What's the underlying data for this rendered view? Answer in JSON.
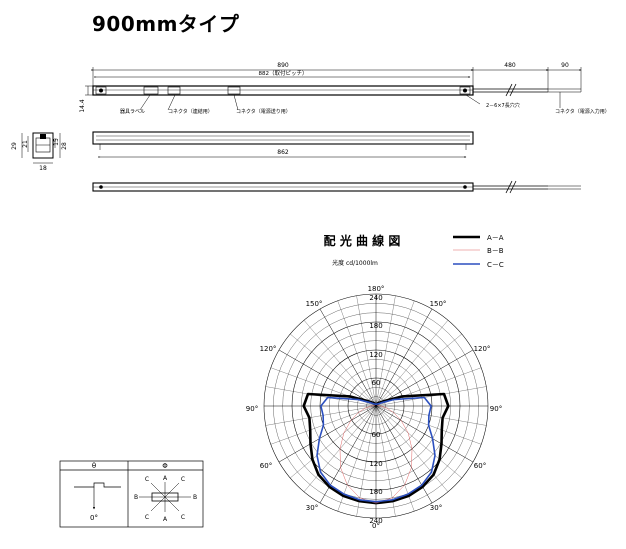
{
  "title": "900mmタイプ",
  "drawing": {
    "dims": {
      "overall": "890",
      "pitch": "882（取付ピッチ）",
      "cable_len": "480",
      "cable_end": "90",
      "height": "14.4",
      "inner": "862",
      "section_w": "29",
      "section_a": "21",
      "section_b": "15",
      "section_c": "28",
      "section_d": "18"
    },
    "labels": {
      "equip_label": "器具ラベル",
      "connector_link": "コネクタ（連結用）",
      "connector_power_out": "コネクタ（電源送り用）",
      "holes": "2－6×7長穴穴",
      "connector_power_in": "コネクタ（電源入力用）"
    }
  },
  "polar": {
    "title": "配 光 曲 線 図",
    "unit": "光度 cd/1000lm",
    "legend": [
      {
        "name": "A－A",
        "color": "#000000"
      },
      {
        "name": "B－B",
        "color": "#e06666"
      },
      {
        "name": "C－C",
        "color": "#2b4fbf"
      }
    ],
    "angles": [
      "180°",
      "150°",
      "150°",
      "120°",
      "120°",
      "90°",
      "90°",
      "60°",
      "60°",
      "30°",
      "30°",
      "0°"
    ],
    "radial_ticks": [
      "240",
      "180",
      "120",
      "60",
      "60",
      "120",
      "180",
      "240"
    ]
  },
  "chart_data": {
    "type": "line",
    "title": "配 光 曲 線 図",
    "subtitle": "光度 cd/1000lm",
    "polar": true,
    "r_range": [
      0,
      240
    ],
    "r_ticks": [
      60,
      120,
      180,
      240
    ],
    "theta_ticks_deg": [
      0,
      30,
      60,
      90,
      120,
      150,
      180
    ],
    "grid": true,
    "legend_position": "top-right",
    "series": [
      {
        "name": "A－A",
        "color": "#000000",
        "x": [
          0,
          10,
          20,
          30,
          40,
          50,
          60,
          70,
          80,
          90,
          100,
          110,
          120,
          130,
          140,
          150,
          160,
          170,
          180
        ],
        "y": [
          208,
          207,
          205,
          200,
          192,
          178,
          162,
          150,
          145,
          155,
          148,
          60,
          22,
          12,
          8,
          6,
          5,
          4,
          4
        ]
      },
      {
        "name": "B－B",
        "color": "#e06666",
        "x": [
          0,
          10,
          20,
          30,
          40,
          50,
          60,
          70,
          80,
          90,
          100,
          110,
          120,
          130,
          140,
          150,
          160,
          170,
          180
        ],
        "y": [
          208,
          200,
          180,
          152,
          120,
          90,
          62,
          40,
          22,
          10,
          5,
          4,
          3,
          3,
          3,
          3,
          3,
          3,
          3
        ]
      },
      {
        "name": "C－C",
        "color": "#2b4fbf",
        "x": [
          0,
          10,
          20,
          30,
          40,
          50,
          60,
          70,
          80,
          90,
          100,
          110,
          120,
          130,
          140,
          150,
          160,
          170,
          180
        ],
        "y": [
          205,
          204,
          201,
          196,
          185,
          165,
          140,
          120,
          115,
          118,
          105,
          40,
          14,
          8,
          6,
          5,
          4,
          4,
          4
        ]
      }
    ]
  },
  "orientation": {
    "theta_header": "θ",
    "phi_header": "Φ",
    "zero_label": "0°",
    "phi_labels": [
      "C",
      "A",
      "C",
      "B",
      "B",
      "C",
      "A",
      "C"
    ]
  }
}
